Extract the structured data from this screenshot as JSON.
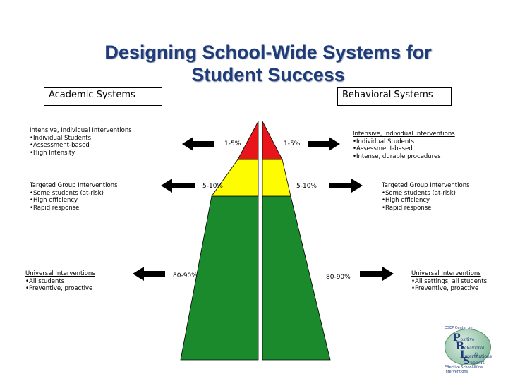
{
  "title": {
    "line1": "Designing School-Wide Systems for",
    "line2": "Student Success"
  },
  "academic_label": "Academic Systems",
  "behavioral_label": "Behavioral Systems",
  "academic": {
    "intensive": {
      "heading": "Intensive, Individual Interventions",
      "items": [
        "•Individual Students",
        "•Assessment-based",
        "•High Intensity"
      ]
    },
    "targeted": {
      "heading": "Targeted Group Interventions",
      "items": [
        "•Some students (at-risk)",
        "•High efficiency",
        "•Rapid response"
      ]
    },
    "universal": {
      "heading": "Universal Interventions",
      "items": [
        "•All students",
        "•Preventive, proactive"
      ]
    }
  },
  "behavioral": {
    "intensive": {
      "heading": "Intensive, Individual Interventions",
      "items": [
        "•Individual Students",
        "•Assessment-based",
        "•Intense, durable procedures"
      ]
    },
    "targeted": {
      "heading": "Targeted Group Interventions",
      "items": [
        "•Some students (at-risk)",
        "•High efficiency",
        "•Rapid response"
      ]
    },
    "universal": {
      "heading": "Universal Interventions",
      "items": [
        "•All settings, all students",
        "•Preventive, proactive"
      ]
    }
  },
  "percentages": {
    "left_top": "1-5%",
    "right_top": "1-5%",
    "left_mid": "5-10%",
    "right_mid": "5-10%",
    "left_bottom": "80-90%",
    "right_bottom": "80-90%"
  },
  "colors": {
    "title": "#1f3c7a",
    "tier_top": "#e8161b",
    "tier_mid": "#fdfc00",
    "tier_bottom": "#1a8a2c",
    "arrow": "#000000"
  },
  "logo": {
    "top_text": "OSEP Center on",
    "letters": [
      "P",
      "B",
      "I",
      "S"
    ],
    "words": [
      "ositive",
      "ehavioral",
      "nterventions",
      "upport"
    ],
    "amp": "&",
    "bottom_text": "Effective School-Wide Interventions"
  }
}
